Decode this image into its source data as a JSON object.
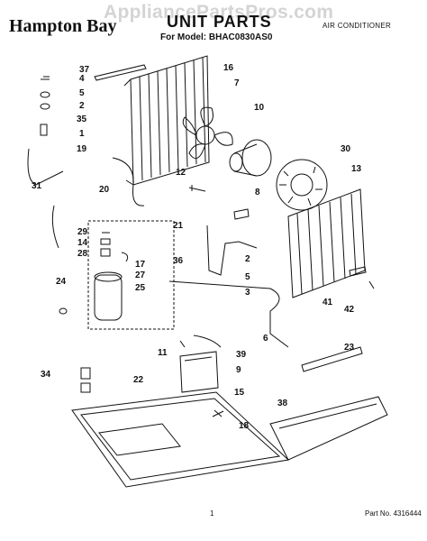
{
  "header": {
    "brand": "Hampton Bay",
    "title": "UNIT PARTS",
    "model": "For Model: BHAC0830AS0",
    "category": "AIR CONDITIONER",
    "watermark": "AppliancePartsPros.com"
  },
  "footer": {
    "page": "1",
    "part_number": "Part No. 4316444"
  },
  "callouts": [
    "37",
    "16",
    "4",
    "5",
    "7",
    "2",
    "35",
    "1",
    "19",
    "10",
    "30",
    "13",
    "12",
    "8",
    "20",
    "31",
    "21",
    "29",
    "14",
    "28",
    "17",
    "27",
    "25",
    "36",
    "2",
    "5",
    "3",
    "24",
    "41",
    "42",
    "6",
    "11",
    "39",
    "23",
    "9",
    "34",
    "22",
    "15",
    "38",
    "18"
  ]
}
